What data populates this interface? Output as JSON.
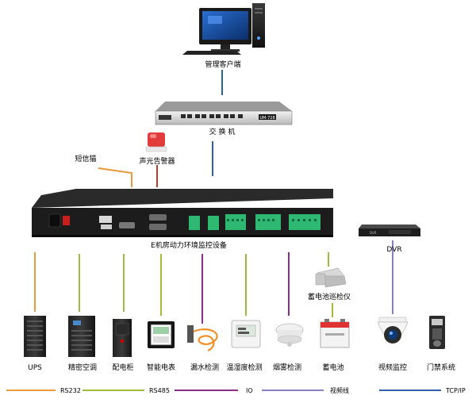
{
  "nodes": {
    "client": "管理客户端",
    "switch": "交 换 机",
    "sms_cat": "短信猫",
    "alarm": "声光告警器",
    "monitor_host": "E机房动力环境监控设备",
    "dvr": "DVR",
    "battery_inspector": "蓄电池巡检仪"
  },
  "switch_badge": "UM-728",
  "dvr_badge": "DVR",
  "devices": [
    "UPS",
    "精密空调",
    "配电柜",
    "智能电表",
    "漏水检测",
    "温湿度检测",
    "烟雾检测",
    "蓄电池",
    "视频监控",
    "门禁系统"
  ],
  "legend": [
    {
      "label": "RS232",
      "color": "#e89a3c"
    },
    {
      "label": "RS485",
      "color": "#9cbf3b"
    },
    {
      "label": "IO",
      "color": "#8b2f8b"
    },
    {
      "label": "视频线",
      "color": "#8a7fc0"
    },
    {
      "label": "TCP/IP",
      "color": "#2f5fa8"
    }
  ],
  "colors": {
    "rs232": "#e89a3c",
    "rs485": "#9cbf3b",
    "io": "#8b2f8b",
    "video": "#8a7fc0",
    "tcpip": "#2f5fa8",
    "alarm_line": "#c0392b"
  }
}
